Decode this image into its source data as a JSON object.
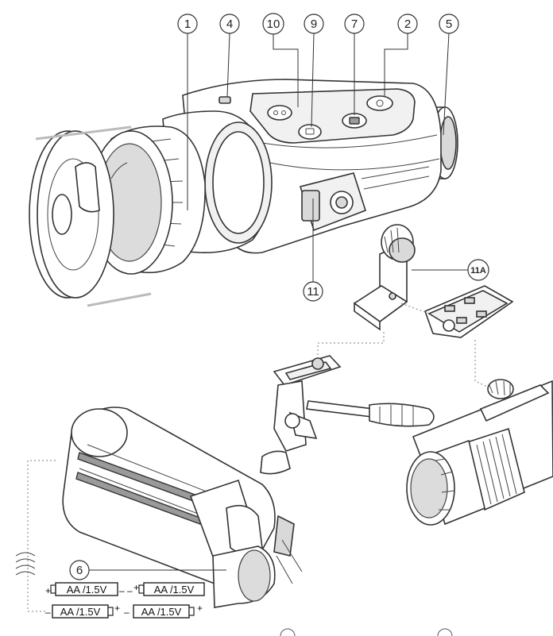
{
  "callouts": {
    "c1": "1",
    "c4": "4",
    "c10": "10",
    "c9": "9",
    "c7": "7",
    "c2": "2",
    "c5": "5",
    "c11": "11",
    "c11a": "11A",
    "c6": "6"
  },
  "batteries": {
    "b1": "AA /1.5V",
    "b2": "AA /1.5V",
    "b3": "AA /1.5V",
    "b4": "AA /1.5V"
  },
  "signs": {
    "plus": "+",
    "minus": "–"
  }
}
